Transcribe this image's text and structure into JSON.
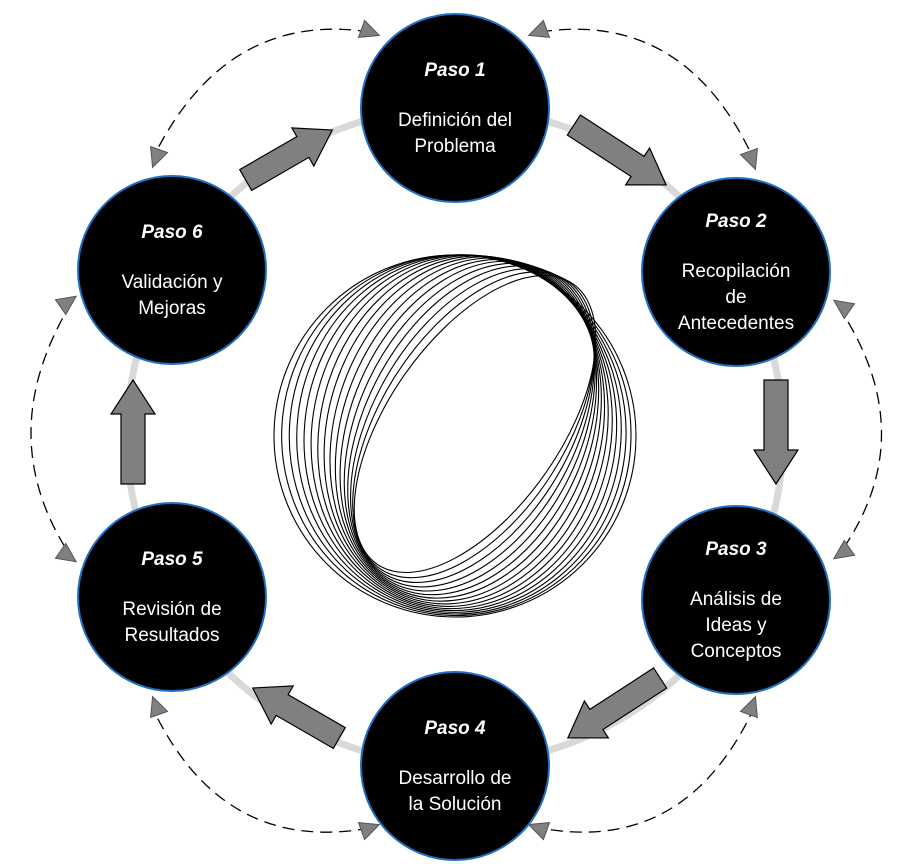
{
  "colors": {
    "node_fill": "#000000",
    "node_stroke": "#1f6fc2",
    "text": "#ffffff",
    "ring": "#d9d9d9",
    "arrow_fill": "#808080",
    "arrow_stroke": "#000000",
    "dashed": "#000000"
  },
  "steps": [
    {
      "title": "Paso 1",
      "lines": [
        "Definición del",
        "Problema"
      ]
    },
    {
      "title": "Paso 2",
      "lines": [
        "Recopilación",
        "de",
        "Antecedentes"
      ]
    },
    {
      "title": "Paso 3",
      "lines": [
        "Análisis de",
        "Ideas y",
        "Conceptos"
      ]
    },
    {
      "title": "Paso 4",
      "lines": [
        "Desarrollo de",
        "la Solución"
      ]
    },
    {
      "title": "Paso 5",
      "lines": [
        "Revisión de",
        "Resultados"
      ]
    },
    {
      "title": "Paso 6",
      "lines": [
        "Validación y",
        "Mejoras"
      ]
    }
  ]
}
